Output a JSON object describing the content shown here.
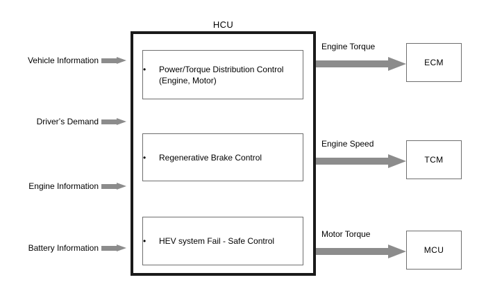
{
  "diagram": {
    "hcu": {
      "title": "HCU",
      "functions": [
        {
          "bullet": "•",
          "lines": [
            "Power/Torque Distribution Control",
            "(Engine, Motor)"
          ]
        },
        {
          "bullet": "•",
          "lines": [
            "Regenerative Brake Control"
          ]
        },
        {
          "bullet": "•",
          "lines": [
            "HEV system Fail - Safe Control"
          ]
        }
      ]
    },
    "inputs": [
      {
        "label": "Vehicle Information",
        "arrow": "arrow-right-icon"
      },
      {
        "label": "Driverʼs Demand",
        "arrow": "arrow-right-icon"
      },
      {
        "label": "Engine Information",
        "arrow": "arrow-right-icon"
      },
      {
        "label": "Battery Information",
        "arrow": "arrow-right-icon"
      }
    ],
    "outputs": [
      {
        "signal": "Engine Torque",
        "target": "ECM",
        "arrow": "arrow-right-icon"
      },
      {
        "signal": "Engine Speed",
        "target": "TCM",
        "arrow": "arrow-right-icon"
      },
      {
        "signal": "Motor Torque",
        "target": "MCU",
        "arrow": "arrow-right-icon"
      }
    ],
    "colors": {
      "arrow_gray": "#8c8c8c",
      "outer_border": "#1a1a1a",
      "inner_border": "#6e6e6e",
      "text": "#000000",
      "background": "#ffffff"
    }
  }
}
